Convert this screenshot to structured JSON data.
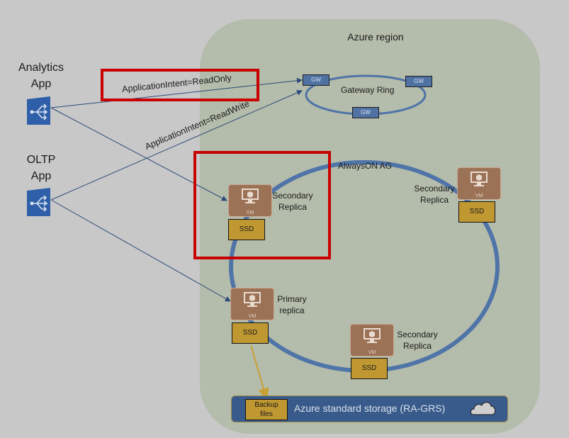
{
  "diagram": {
    "region": {
      "title": "Azure region"
    },
    "apps": [
      {
        "id": "analytics",
        "label_line1": "Analytics",
        "label_line2": "App",
        "icon": "load-balancer-icon"
      },
      {
        "id": "oltp",
        "label_line1": "OLTP",
        "label_line2": "App",
        "icon": "load-balancer-icon"
      }
    ],
    "connections": [
      {
        "from": "analytics",
        "to": "gateway",
        "label": "ApplicationIntent=ReadOnly",
        "highlighted": true
      },
      {
        "from": "oltp",
        "to": "gateway",
        "label": "ApplicationIntent=ReadWrite",
        "highlighted": false
      },
      {
        "from": "analytics",
        "to": "secondary-replica-1",
        "label": ""
      },
      {
        "from": "oltp",
        "to": "primary-replica",
        "label": ""
      },
      {
        "from": "primary-replica",
        "to": "backup-files",
        "label": ""
      }
    ],
    "gateway_ring": {
      "label": "Gateway Ring",
      "nodes": [
        "GW",
        "GW",
        "GW"
      ]
    },
    "availability_group": {
      "label": "AlwaysON AG",
      "replicas": [
        {
          "id": "secondary-replica-1",
          "line1": "Secondary",
          "line2": "Replica",
          "vm": "VM",
          "disk": "SSD",
          "highlighted": true
        },
        {
          "id": "secondary-replica-2",
          "line1": "Secondary",
          "line2": "Replica",
          "vm": "VM",
          "disk": "SSD",
          "highlighted": false
        },
        {
          "id": "primary-replica",
          "line1": "Primary",
          "line2": "replica",
          "vm": "VM",
          "disk": "SSD",
          "highlighted": false
        },
        {
          "id": "secondary-replica-3",
          "line1": "Secondary",
          "line2": "Replica",
          "vm": "VM",
          "disk": "SSD",
          "highlighted": false
        }
      ]
    },
    "storage": {
      "label": "Azure standard storage (RA-GRS)",
      "backup_line1": "Backup",
      "backup_line2": "files",
      "icon": "cloud-icon"
    },
    "colors": {
      "background": "#c8c8c8",
      "region": "#b4bcab",
      "ring": "#4f74a8",
      "highlight": "#c80000",
      "vm": "#9b7256",
      "ssd": "#bf9832",
      "storage": "#385b8c",
      "app_icon": "#2e5fa8"
    }
  }
}
